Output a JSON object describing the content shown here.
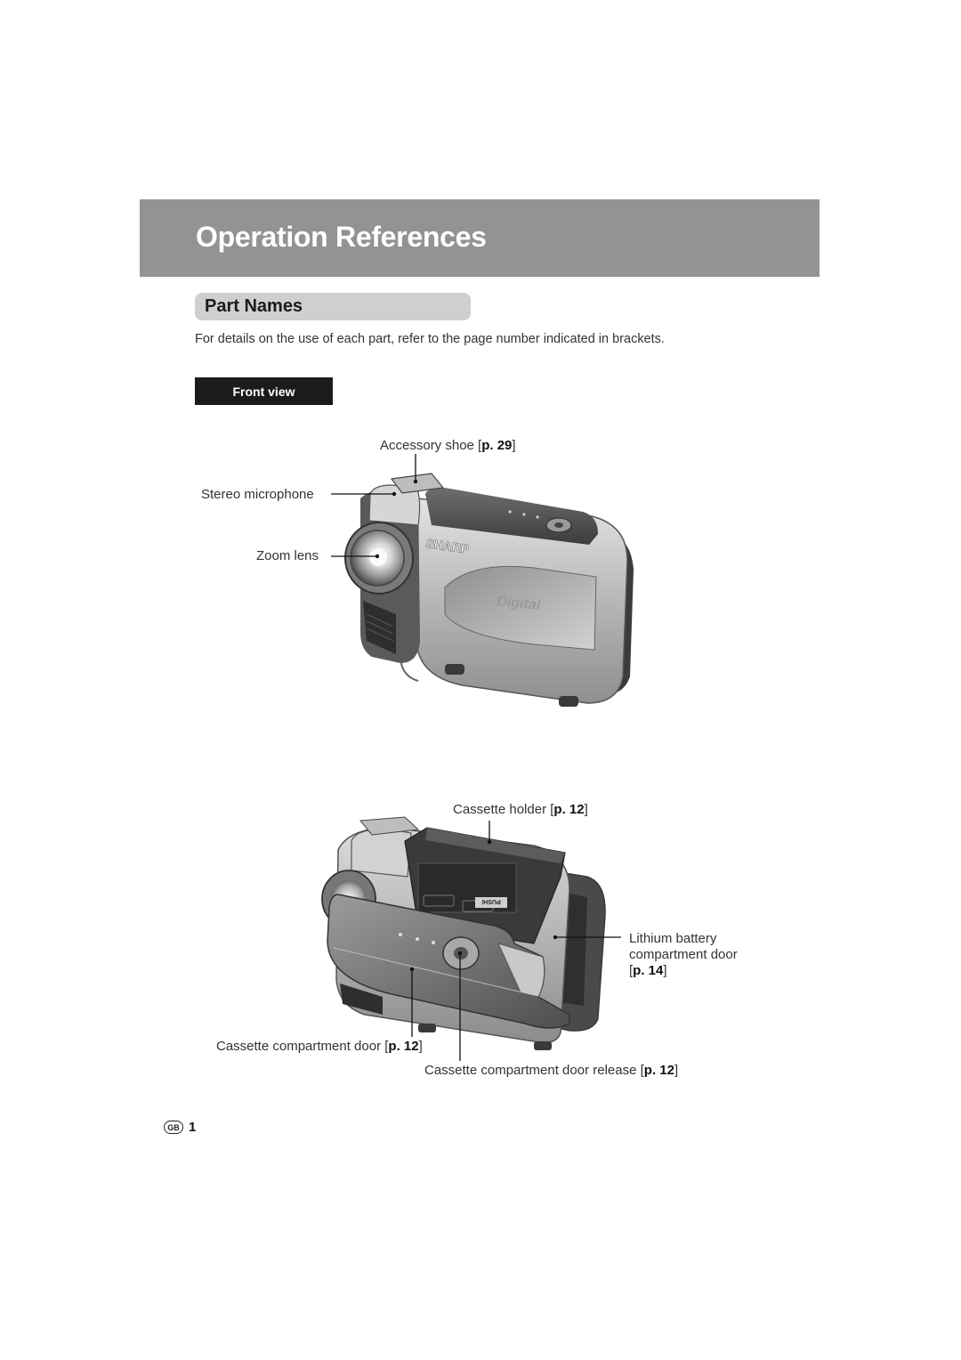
{
  "header": {
    "title": "Operation References"
  },
  "section": {
    "title": "Part Names",
    "intro": "For details on the use of each part, refer to the page number indicated in brackets."
  },
  "front_view": {
    "tag": "Front view",
    "labels": {
      "accessory_shoe": {
        "text": "Accessory shoe [",
        "ref": "p. 29",
        "close": "]"
      },
      "stereo_microphone": {
        "text": "Stereo microphone"
      },
      "zoom_lens": {
        "text": "Zoom lens"
      }
    },
    "brand_text": "SHARP",
    "body_text": "Digital"
  },
  "open_view": {
    "labels": {
      "cassette_holder": {
        "text": "Cassette holder [",
        "ref": "p. 12",
        "close": "]"
      },
      "battery_line1": "Lithium battery",
      "battery_line2": "compartment door",
      "battery_ref_open": "[",
      "battery_ref": "p. 14",
      "battery_ref_close": "]",
      "cassette_door": {
        "text": "Cassette compartment door [",
        "ref": "p. 12",
        "close": "]"
      },
      "door_release": {
        "text": "Cassette compartment door release [",
        "ref": "p. 12",
        "close": "]"
      }
    },
    "push_text": "PUSH/"
  },
  "footer": {
    "region_badge": "GB",
    "page_number": "1"
  }
}
